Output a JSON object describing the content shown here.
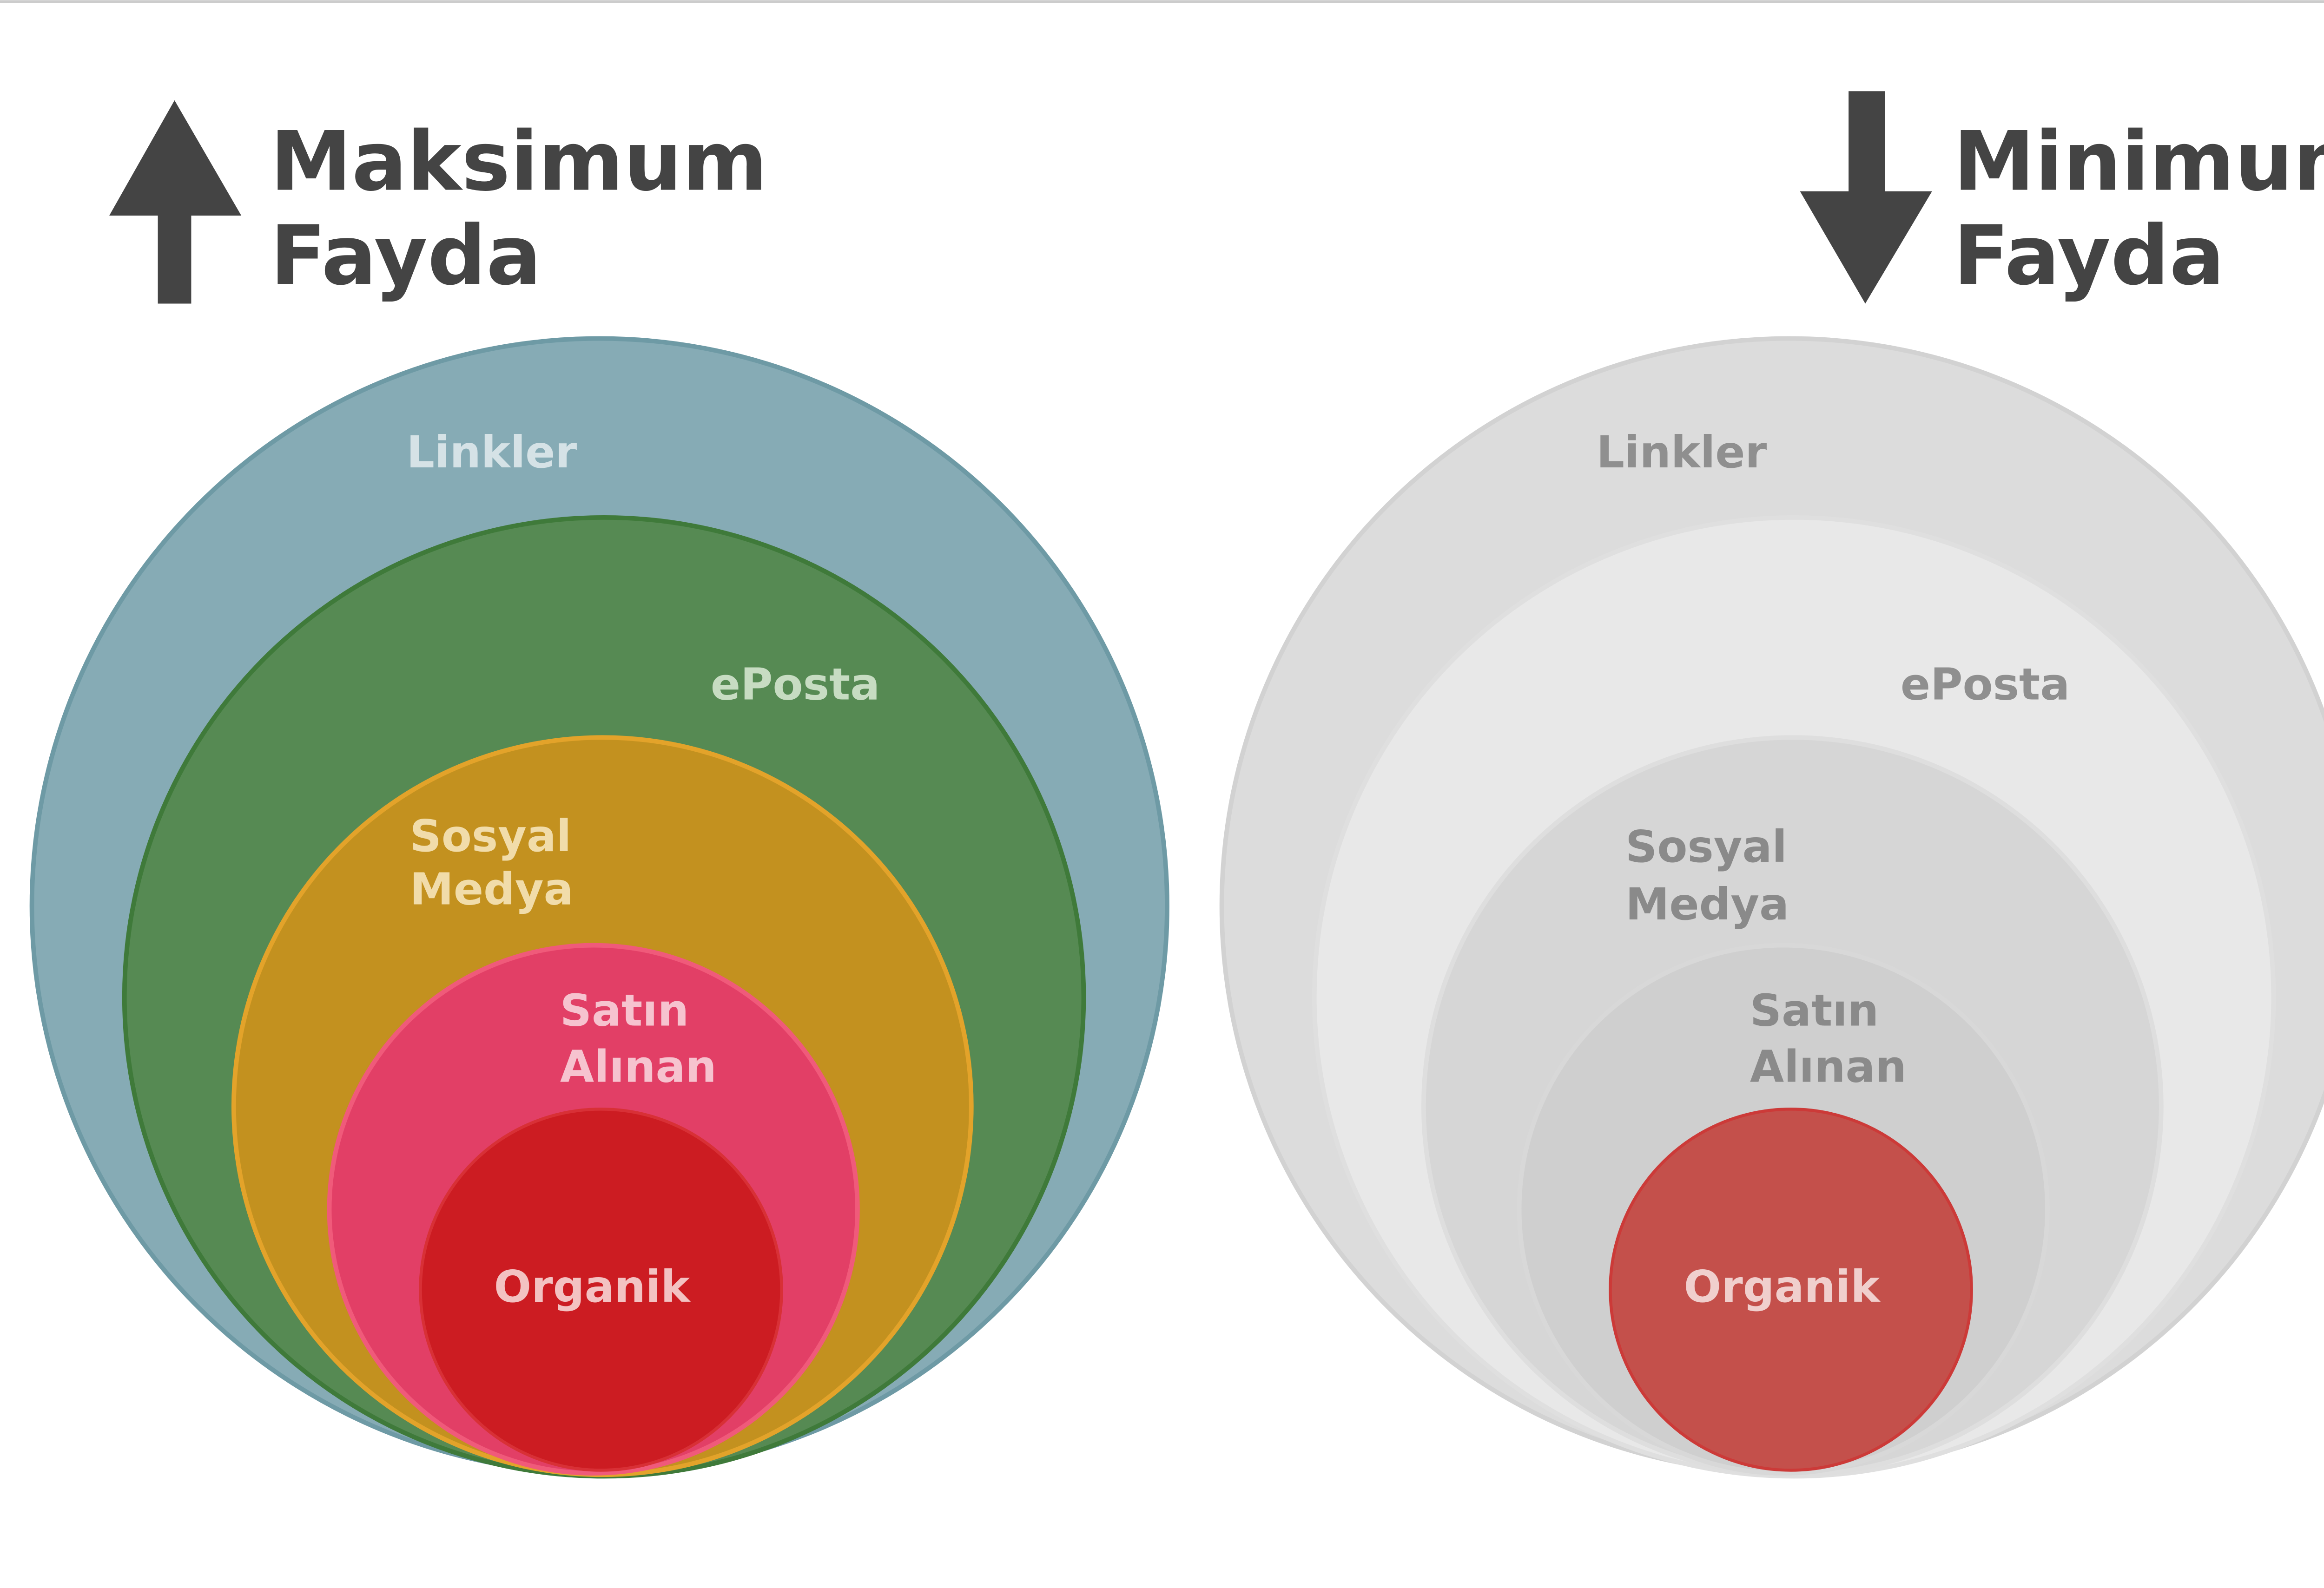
{
  "headings": {
    "max": {
      "line1": "Maksimum",
      "line2": "Fayda"
    },
    "min": {
      "line1": "Minimum",
      "line2": "Fayda"
    }
  },
  "diagrams": {
    "max": {
      "linkler": "Linkler",
      "eposta": "ePosta",
      "sosyal_line1": "Sosyal",
      "sosyal_line2": "Medya",
      "satin_line1": "Satın",
      "satin_line2": "Alınan",
      "organik": "Organik"
    },
    "min": {
      "linkler": "Linkler",
      "eposta": "ePosta",
      "sosyal_line1": "Sosyal",
      "sosyal_line2": "Medya",
      "satin_line1": "Satın",
      "satin_line2": "Alınan",
      "organik": "Organik"
    }
  },
  "colors": {
    "arrow": "#444444",
    "heading_text": "#444444",
    "linkler": "#86abb5",
    "eposta": "#568a53",
    "sosyal": "#c3911f",
    "satin": "#e23f66",
    "organik": "#cc1c22",
    "min_organik": "#c4504b",
    "min_gray_1": "#dcdcdc",
    "min_gray_2": "#e8e8e8",
    "min_gray_3": "#d6d6d6",
    "min_gray_4": "#cfcfcf"
  },
  "icons": {
    "up": "arrow-up-icon",
    "down": "arrow-down-icon"
  }
}
